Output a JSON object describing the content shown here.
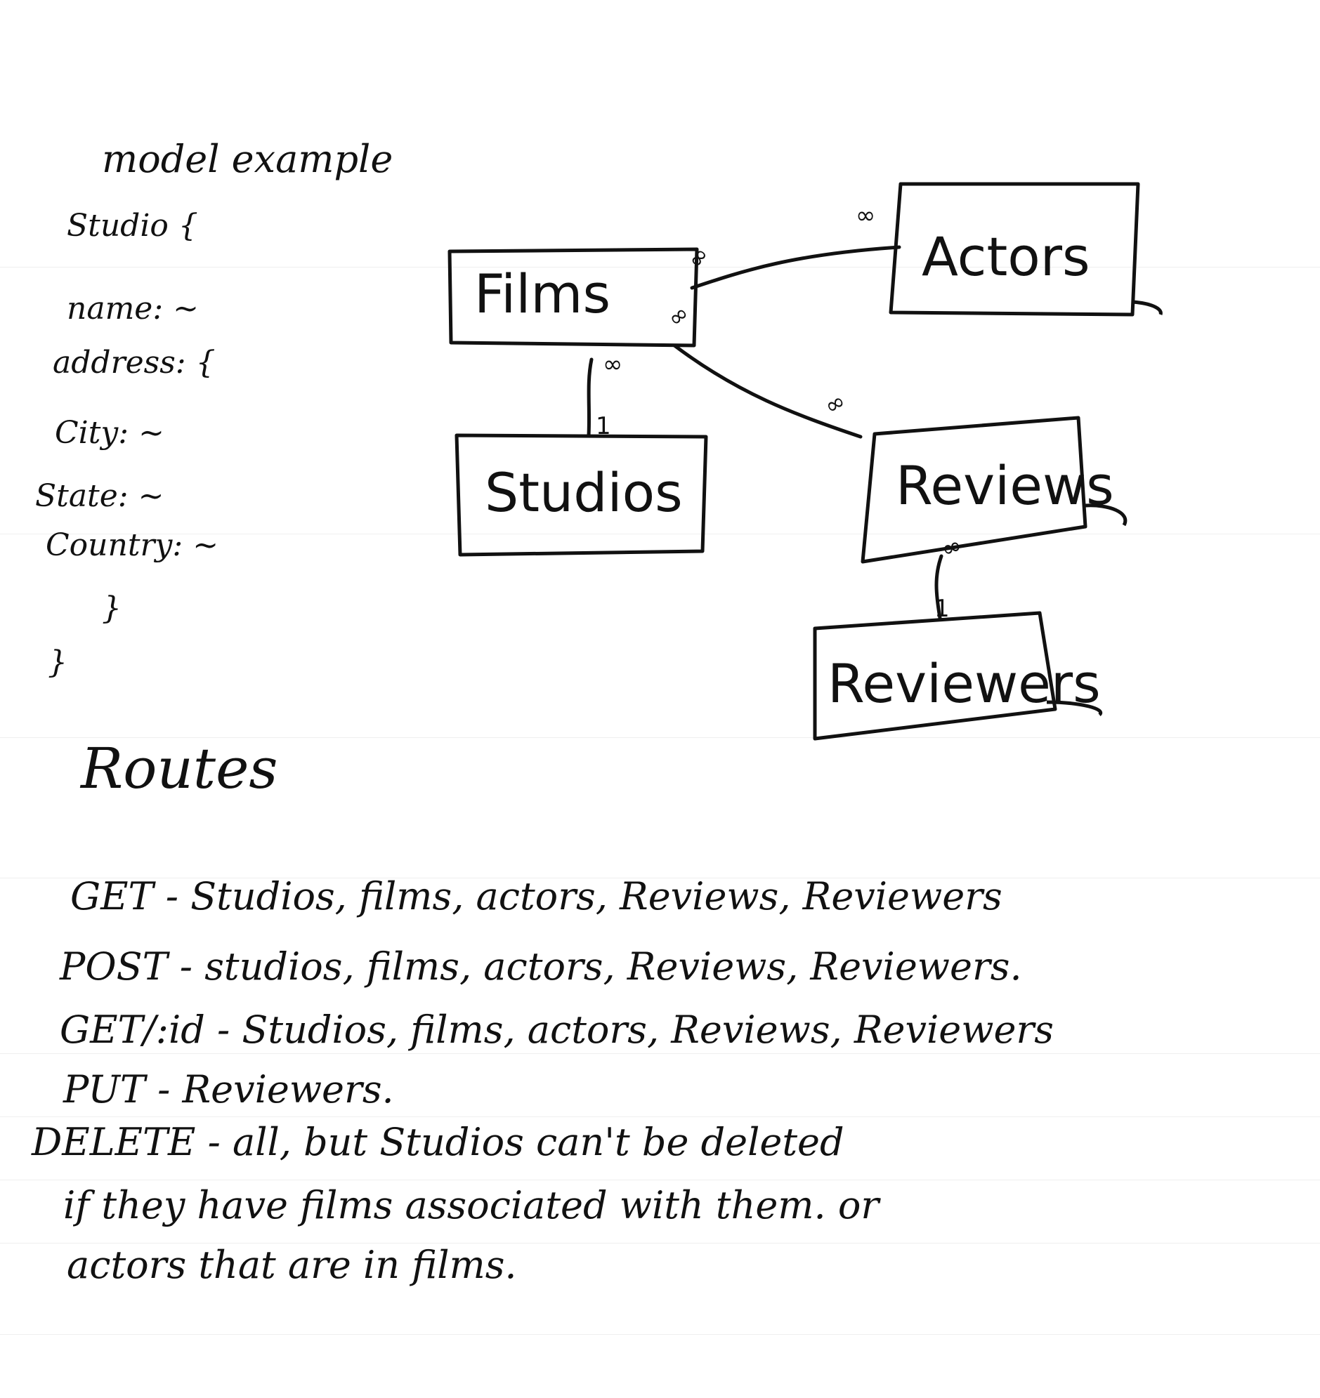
{
  "model": {
    "title": "model example",
    "lines": [
      "Studio {",
      "name: ~",
      "address: {",
      "City: ~",
      "State: ~",
      "Country: ~",
      "}",
      "}"
    ]
  },
  "diagram": {
    "entities": {
      "films": "Films",
      "actors": "Actors",
      "studios": "Studios",
      "reviews": "Reviews",
      "reviewers": "Reviewers"
    },
    "multiplicity": {
      "many": "∞",
      "one": "1"
    }
  },
  "routes": {
    "title": "Routes",
    "lines": [
      "GET - Studios, films, actors, Reviews, Reviewers",
      "POST - studios, films, actors, Reviews, Reviewers.",
      "GET/:id - Studios, films, actors, Reviews, Reviewers",
      "PUT - Reviewers.",
      "DELETE - all, but Studios can't be deleted",
      "if they have films associated with them. or",
      "actors that are in films."
    ]
  }
}
